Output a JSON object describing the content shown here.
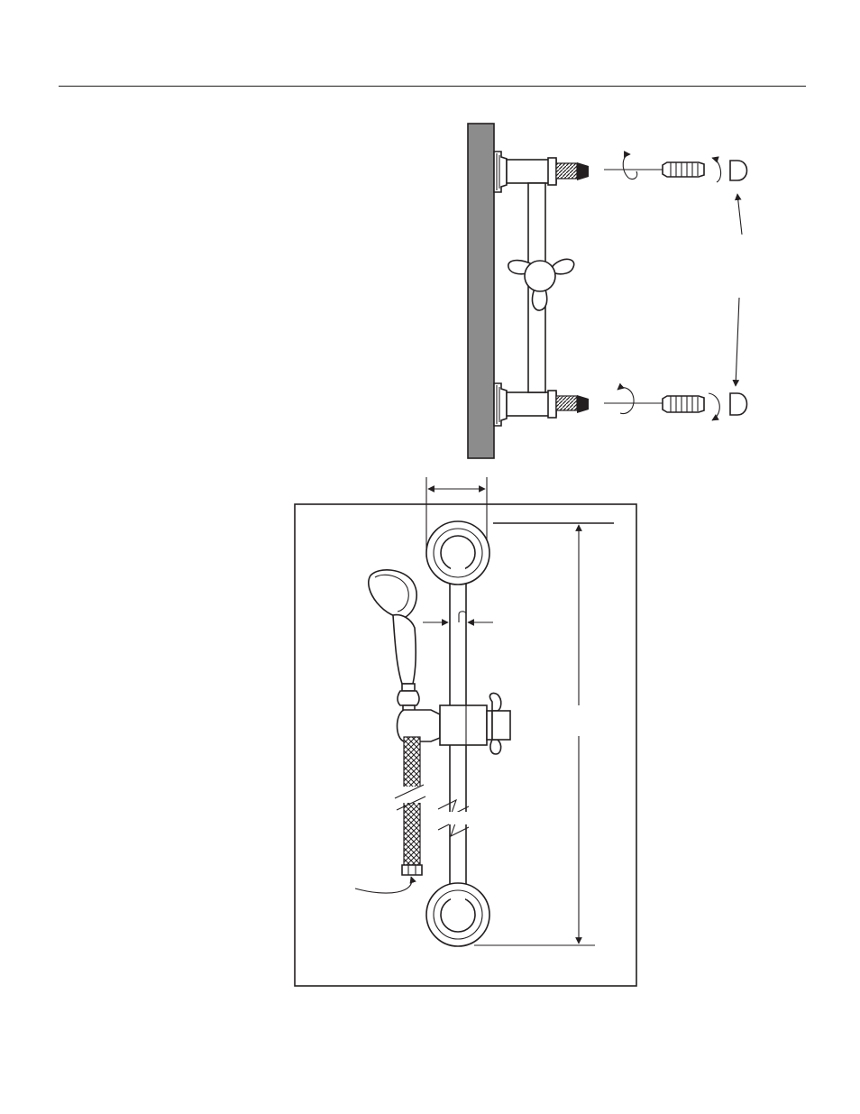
{
  "colors": {
    "ink": "#231f20",
    "wall_fill": "#8c8c8c",
    "paper": "#ffffff"
  },
  "figures": [
    {
      "id": "side-view-mounting",
      "parts": [
        "wall",
        "top-bracket",
        "bottom-bracket",
        "slide-bar",
        "cross-handle-knob",
        "screw",
        "wall-anchor",
        "cap"
      ]
    },
    {
      "id": "front-view-assembly",
      "parts": [
        "frame",
        "bar-width-dimension",
        "tube-diameter-dimension",
        "height-dimension",
        "top-rosette",
        "bottom-rosette",
        "slide-bar",
        "handshower",
        "holder",
        "cross-knob",
        "braided-hose",
        "hose-connector",
        "hose-callout"
      ]
    }
  ]
}
